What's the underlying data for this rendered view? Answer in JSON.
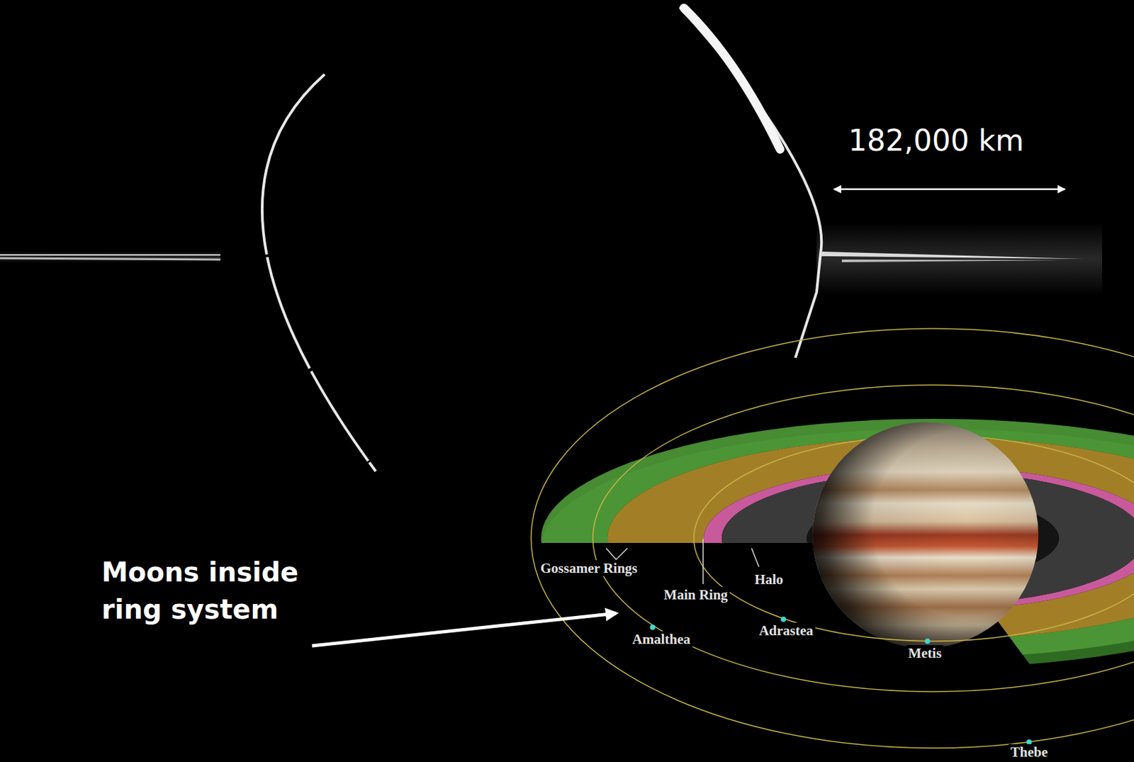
{
  "diagram": {
    "labels": [
      "182,000 km",
      "Moons inside ring system",
      "Gossamer Rings",
      "Main Ring",
      "Halo",
      "Amalthea",
      "Adrastea",
      "Metis",
      "Thebe"
    ]
  }
}
